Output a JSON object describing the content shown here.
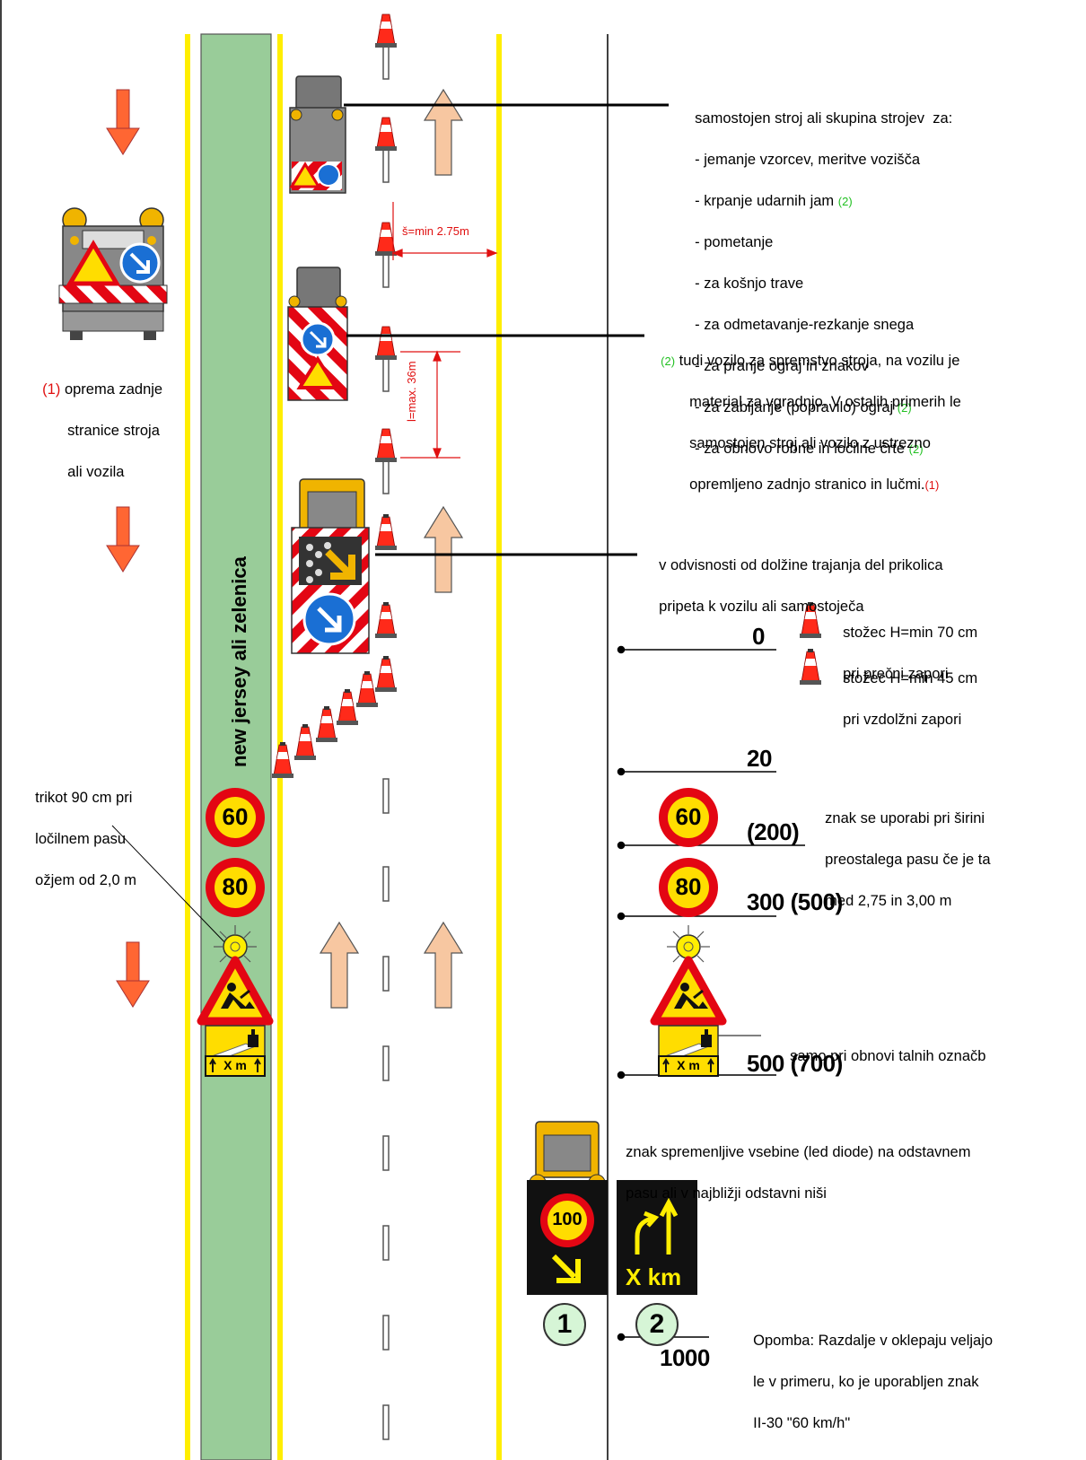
{
  "median": {
    "label": "new jersey ali zelenica"
  },
  "notes": {
    "rear_equipment": {
      "number": "(1)",
      "lines": [
        "oprema zadnje",
        "stranice stroja",
        "ali vozila"
      ]
    },
    "triangle_size": [
      "trikot 90 cm pri",
      "ločilnem pasu",
      "ožjem od 2,0 m"
    ],
    "machines": {
      "title": "samostojen stroj ali skupina strojev  za:",
      "items": [
        "- jemanje vzorcev, meritve vozišča",
        "- krpanje udarnih jam",
        "- pometanje",
        "- za košnjo trave",
        "- za odmetavanje-rezkanje snega",
        "- za pranje ograj in znakov",
        "- za zabijanje (popravilo) ograj",
        "- za obnovo robne in ločilne črte"
      ],
      "footnote_mark": "(2)"
    },
    "escort": {
      "number": "(2)",
      "lines": [
        "tudi vozilo za spremstvo stroja, na vozilu je",
        "material za vgradnjo. V ostalih primerih le",
        "samostojen stroj ali vozilo z ustrezno",
        "opremljeno zadnjo stranico in lučmi."
      ],
      "footnote_mark": "(1)"
    },
    "trailer": [
      "v odvisnosti od dolžine trajanja del prikolica",
      "pripeta k vozilu ali samostoječa"
    ],
    "cone_large": [
      "stožec H=min 70 cm",
      "pri prečni zapori"
    ],
    "cone_small": [
      "stožec H=min 45 cm",
      "pri vzdolžni zapori"
    ],
    "sign_60_note": [
      "znak se uporabi pri širini",
      "preostalega pasu če je ta",
      "med 2,75 in 3,00 m"
    ],
    "marking_note": "samo pri obnovi talnih označb",
    "vms_note": [
      "znak spremenljive vsebine (led diode) na odstavnem",
      "pasu ali v najbližji odstavni niši"
    ],
    "remark": [
      "Opomba: Razdalje v oklepaju veljajo",
      "le v primeru, ko je uporabljen znak",
      "II-30 \"60 km/h\""
    ]
  },
  "dimensions": {
    "width_min": "š=min 2.75m",
    "length_max": "l=max. 36m"
  },
  "distances": {
    "d0": "0",
    "d20": "20",
    "d200": "(200)",
    "d300": "300 (500)",
    "d500": "500 (700)",
    "d1000": "1000"
  },
  "signs": {
    "limit_60": "60",
    "limit_80": "80",
    "limit_100": "100",
    "distance_plate": "X m",
    "vms_distance": "X km",
    "vms_number_1": "1",
    "vms_number_2": "2"
  },
  "colors": {
    "median": "#99cc99",
    "lane_edge": "#ffee00",
    "direction_arrow": "#ff6633",
    "lane_arrow": "#f7c7a1",
    "sign_red": "#e30613",
    "sign_yellow": "#ffdd00",
    "sign_blue": "#1a6fd4"
  }
}
